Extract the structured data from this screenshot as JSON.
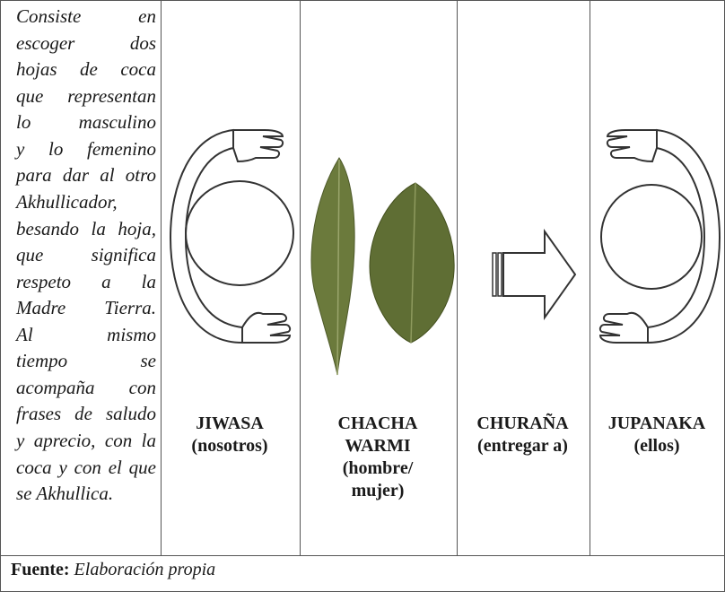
{
  "description": {
    "lines": [
      "Consiste en",
      "escoger dos",
      "hojas de coca",
      "que representan",
      "lo masculino",
      "y lo femenino",
      "para dar al otro",
      "Akhullicador,",
      "besando la hoja,",
      "que significa",
      "respeto a la",
      "Madre Tierra.",
      "Al mismo",
      "tiempo se",
      "acompaña con",
      "frases de saludo",
      "y aprecio, con la",
      "coca y con el que",
      "se Akhullica."
    ]
  },
  "columns": [
    {
      "icon": "circular-arrow-hands-icon",
      "title": "JIWASA",
      "subtitle": "(nosotros)"
    },
    {
      "icon": "coca-leaves-icon",
      "title_lines": [
        "CHACHA",
        "WARMI"
      ],
      "subtitle_lines": [
        "(hombre/",
        "mujer)"
      ]
    },
    {
      "icon": "right-arrow-icon",
      "title": "CHURAÑA",
      "subtitle": "(entregar a)"
    },
    {
      "icon": "reverse-circular-arrow-hands-icon",
      "title": "JUPANAKA",
      "subtitle": "(ellos)"
    }
  ],
  "caption": {
    "label": "Fuente:",
    "text": "Elaboración propia"
  },
  "colors": {
    "border": "#555555",
    "leaf": "#6b7a3c",
    "text": "#1a1a1a"
  }
}
